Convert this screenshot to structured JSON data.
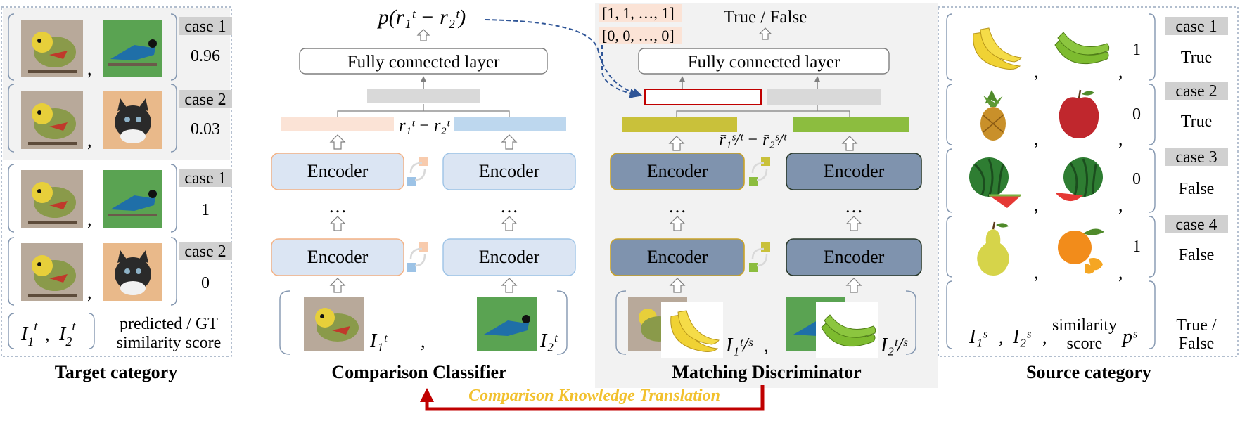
{
  "target_panel": {
    "title": "Target category",
    "predicted_rows": [
      {
        "case": "case 1",
        "score": "0.96",
        "pair": [
          "bird-yellow",
          "bird-blue"
        ]
      },
      {
        "case": "case 2",
        "score": "0.03",
        "pair": [
          "bird-yellow",
          "kitten"
        ]
      }
    ],
    "gt_rows": [
      {
        "case": "case 1",
        "score": "1",
        "pair": [
          "bird-yellow",
          "bird-blue"
        ]
      },
      {
        "case": "case 2",
        "score": "0",
        "pair": [
          "bird-yellow",
          "kitten"
        ]
      }
    ],
    "legend_score_line1": "predicted / GT",
    "legend_score_line2": "similarity score",
    "legend_comma": ","
  },
  "classifier": {
    "title": "Comparison Classifier",
    "prob_label": "p(r₁ᵗ − r₂ᵗ)",
    "fc_label": "Fully connected layer",
    "diff_label": "r₁ᵗ − r₂ᵗ",
    "encoder_label": "Encoder",
    "dots": "…",
    "input1_label": "I₁ᵗ",
    "input2_label": "I₂ᵗ",
    "comma": ","
  },
  "discriminator": {
    "title": "Matching Discriminator",
    "ones_label": "[1, 1, …, 1]",
    "zeros_label": "[0, 0, …, 0]",
    "output_label": "True / False",
    "fc_label": "Fully connected layer",
    "diff_label": "r̄₁ˢ/ᵗ − r̄₂ˢ/ᵗ",
    "encoder_label": "Encoder",
    "dots": "…",
    "input1_label": "I₁ᵗ/ˢ",
    "input2_label": "I₂ᵗ/ˢ",
    "comma": ","
  },
  "source_panel": {
    "title": "Source category",
    "rows": [
      {
        "case": "case 1",
        "score": "1",
        "result": "True",
        "pair": [
          "banana-yellow",
          "banana-green"
        ]
      },
      {
        "case": "case 2",
        "score": "0",
        "result": "True",
        "pair": [
          "pineapple",
          "apple"
        ]
      },
      {
        "case": "case 3",
        "score": "0",
        "result": "False",
        "pair": [
          "watermelon",
          "watermelon"
        ]
      },
      {
        "case": "case 4",
        "score": "1",
        "result": "False",
        "pair": [
          "pear",
          "orange"
        ]
      }
    ],
    "legend_i1": "I₁ˢ",
    "legend_i2": "I₂ˢ",
    "legend_score_line1": "similarity",
    "legend_score_line2": "score",
    "legend_p": "pˢ",
    "legend_tf_line1": "True /",
    "legend_tf_line2": "False",
    "comma": ","
  },
  "bottom": {
    "translation_label": "Comparison Knowledge Translation"
  },
  "colors": {
    "encoder_light_fill": "#dbe5f3",
    "encoder_dark_fill": "#7f93ae",
    "peach": "#fbe3d6",
    "light_blue": "#bdd7ee",
    "olive": "#c9c13a",
    "green": "#8cbd3f",
    "gray_bar": "#d9d9d9",
    "red_box": "#c00000",
    "dashed_blue": "#2f5597",
    "translation_text": "#f2c12e",
    "translation_arrow": "#c00000",
    "panel_gray": "#f2f2f2"
  }
}
